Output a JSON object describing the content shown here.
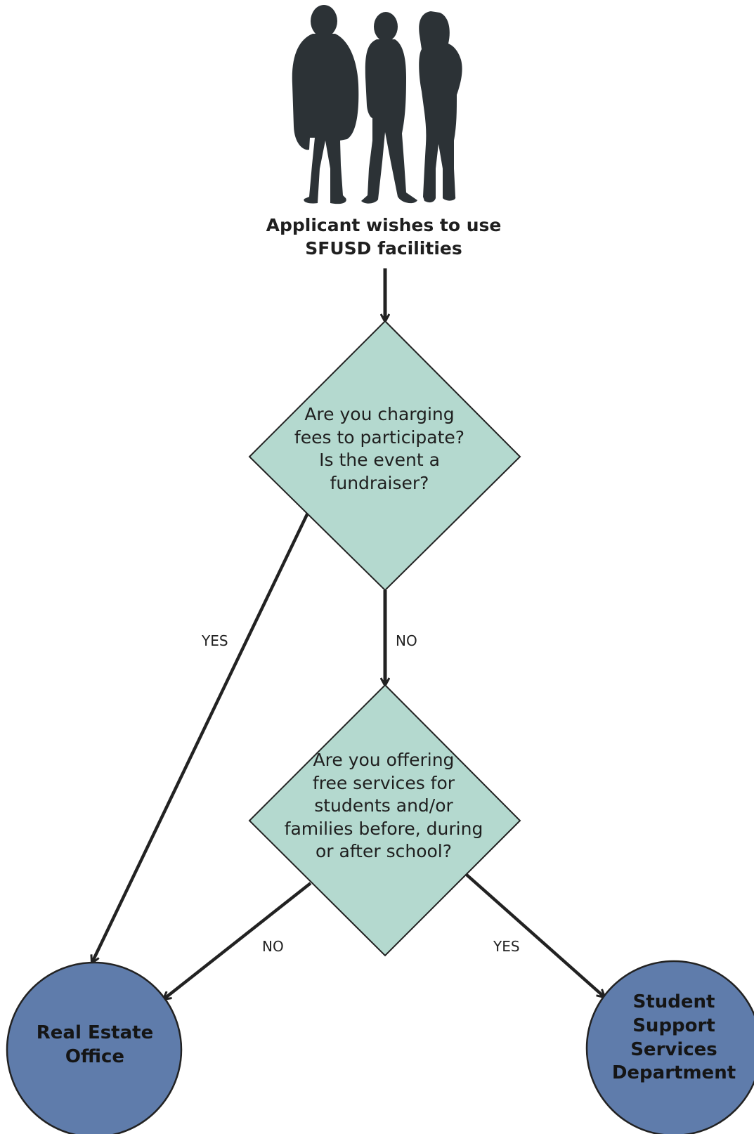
{
  "diagram": {
    "start": {
      "icon": "three-people-silhouette-icon",
      "label_lines": [
        "Applicant wishes to use",
        "SFUSD facilities"
      ]
    },
    "decision1": {
      "lines": [
        "Are you charging",
        "fees to participate?",
        "Is the event a",
        "fundraiser?"
      ]
    },
    "decision2": {
      "lines": [
        "Are you offering",
        "free services for",
        "students and/or",
        "families before, during",
        "or after school?"
      ]
    },
    "edges": {
      "d1_yes": "YES",
      "d1_no": "NO",
      "d2_no": "NO",
      "d2_yes": "YES"
    },
    "outcomes": {
      "real_estate": [
        "Real Estate",
        "Office"
      ],
      "student_support": [
        "Student",
        "Support",
        "Services",
        "Department"
      ]
    },
    "colors": {
      "diamond_fill": "#b4d9cf",
      "circle_fill": "#5f7cab",
      "silhouette": "#2c3236",
      "stroke": "#222222"
    }
  }
}
